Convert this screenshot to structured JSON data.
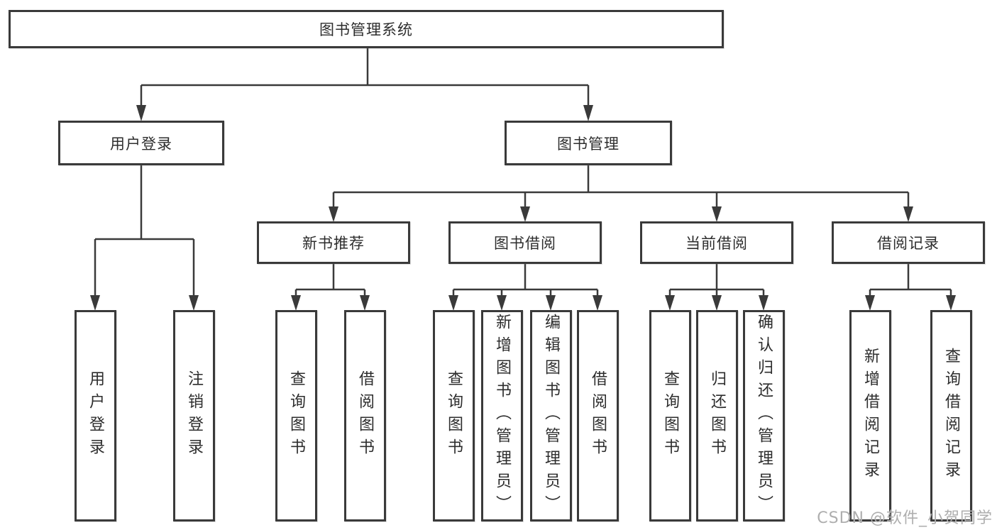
{
  "diagram": {
    "root": {
      "label": "图书管理系统",
      "children": [
        {
          "label": "用户登录",
          "children": [
            {
              "label": "用户登录"
            },
            {
              "label": "注销登录"
            }
          ]
        },
        {
          "label": "图书管理",
          "children": [
            {
              "label": "新书推荐",
              "children": [
                {
                  "label": "查询图书"
                },
                {
                  "label": "借阅图书"
                }
              ]
            },
            {
              "label": "图书借阅",
              "children": [
                {
                  "label": "查询图书"
                },
                {
                  "label": "新增图书（管理员）"
                },
                {
                  "label": "编辑图书（管理员）"
                },
                {
                  "label": "借阅图书"
                }
              ]
            },
            {
              "label": "当前借阅",
              "children": [
                {
                  "label": "查询图书"
                },
                {
                  "label": "归还图书"
                },
                {
                  "label": "确认归还（管理员）"
                }
              ]
            },
            {
              "label": "借阅记录",
              "children": [
                {
                  "label": "新增借阅记录"
                },
                {
                  "label": "查询借阅记录"
                }
              ]
            }
          ]
        }
      ]
    }
  },
  "watermark": {
    "text": "CSDN @软件_小贺同学"
  },
  "colors": {
    "line": "#3a3a3a",
    "box_border": "#3a3a3a",
    "box_fill": "#ffffff",
    "text": "#2d2d2d",
    "watermark": "#aeaeae",
    "background": "#ffffff"
  }
}
